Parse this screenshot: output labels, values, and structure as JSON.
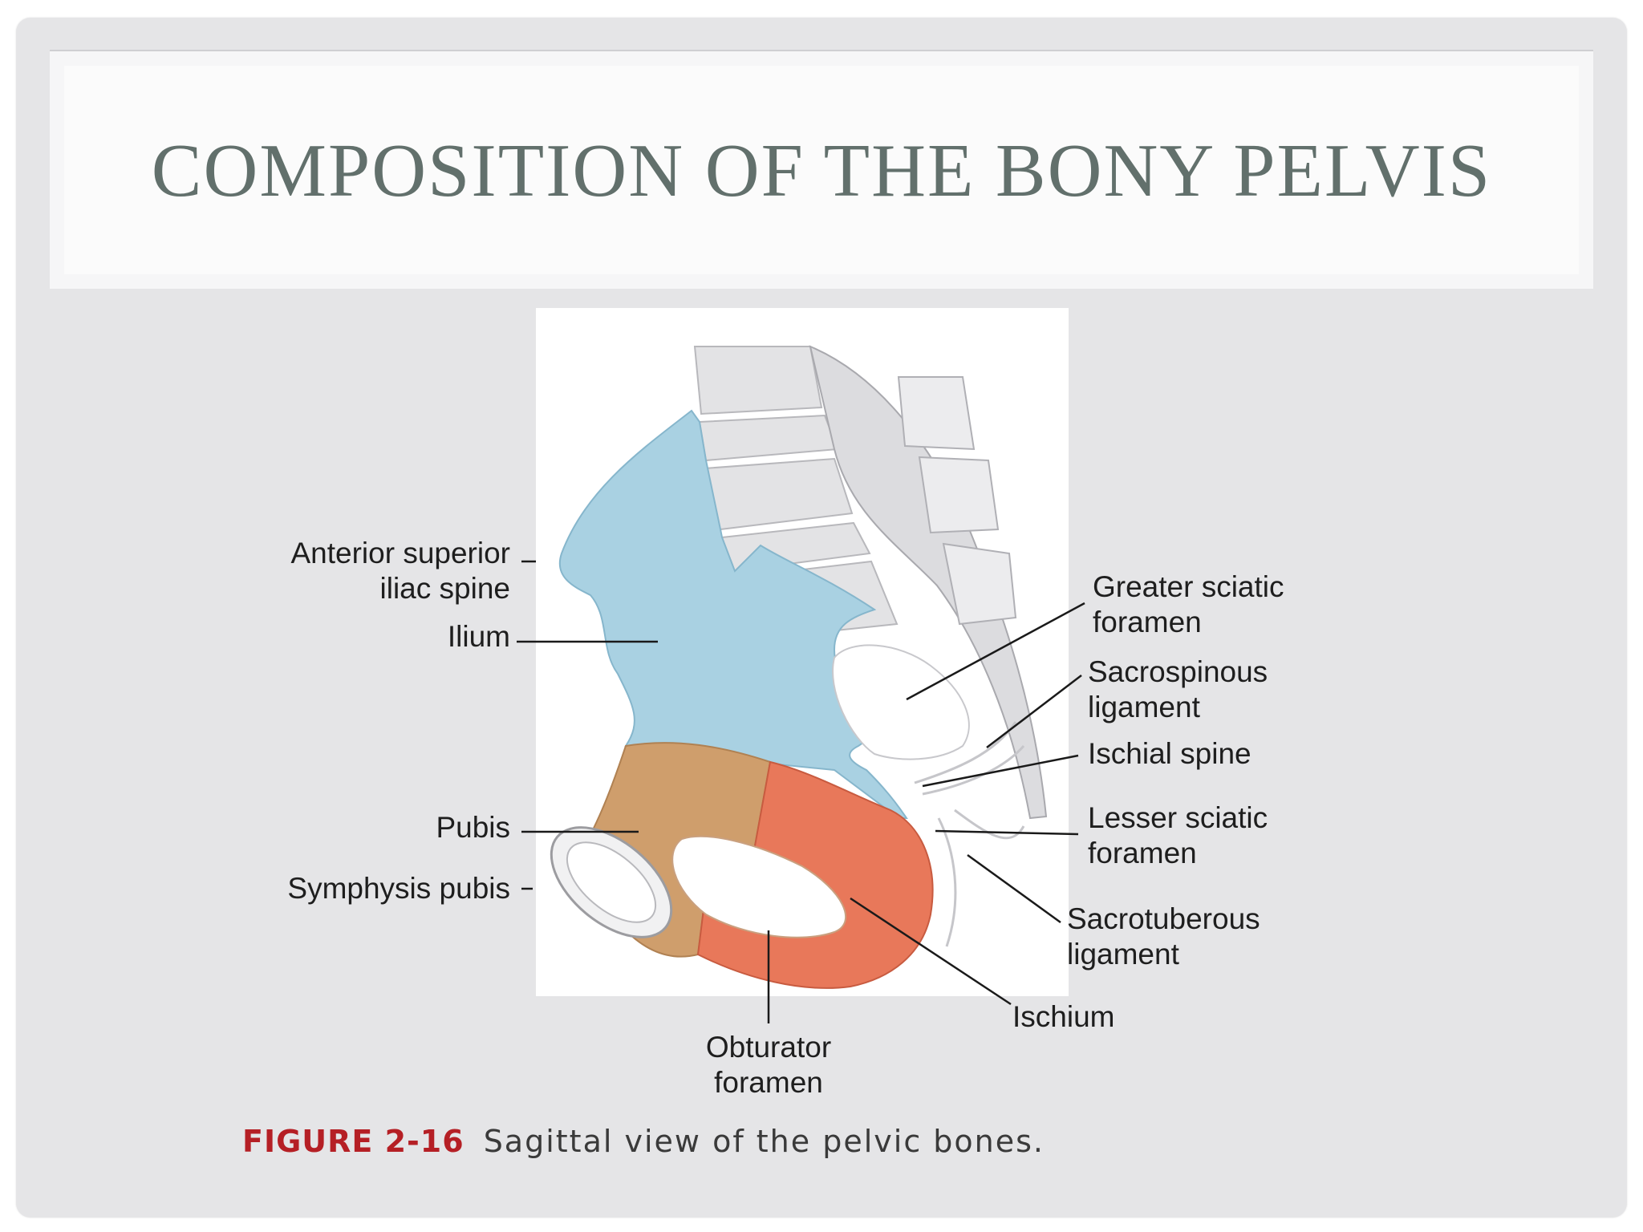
{
  "slide": {
    "title": "Composition of the Bony Pelvis"
  },
  "figure": {
    "labels": {
      "asis": "Anterior superior\niliac spine",
      "ilium": "Ilium",
      "pubis": "Pubis",
      "symphysis": "Symphysis pubis",
      "greater_sciatic": "Greater sciatic\nforamen",
      "sacrospinous": "Sacrospinous\nligament",
      "ischial_spine": "Ischial spine",
      "lesser_sciatic": "Lesser sciatic\nforamen",
      "sacrotuberous": "Sacrotuberous\nligament",
      "ischium": "Ischium",
      "obturator": "Obturator\nforamen"
    },
    "colors": {
      "ilium": "#a9d1e2",
      "pubis": "#cf9e6c",
      "ischium": "#e8785a",
      "spine": "#e2e2e4",
      "figure_number": "#b51f25",
      "title": "#62706c"
    },
    "caption": {
      "number": "FIGURE 2-16",
      "text": "Sagittal view of the pelvic bones."
    }
  }
}
